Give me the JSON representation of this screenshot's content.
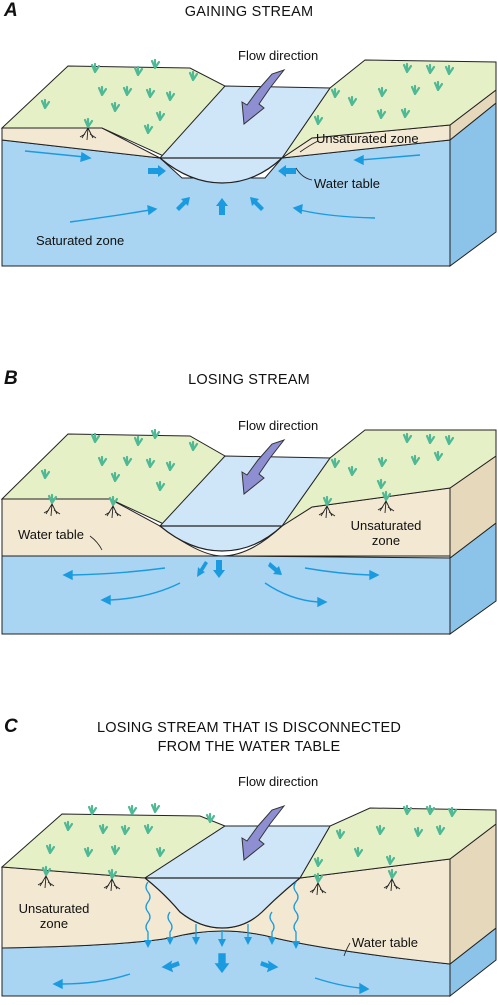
{
  "colors": {
    "water": "#a9d4f2",
    "stream": "#cfe6f8",
    "soil": "#f3e8d2",
    "grass": "#e5f0c7",
    "grass_blade": "#4fb894",
    "arrow": "#1a9be0",
    "flow_arrow": "#8e8fd3"
  },
  "panels": [
    {
      "letter": "A",
      "title_lines": [
        "GAINING STREAM"
      ],
      "flow_label": "Flow direction",
      "labels": {
        "unsaturated": "Unsaturated zone",
        "water_table": "Water table",
        "saturated": "Saturated zone"
      }
    },
    {
      "letter": "B",
      "title_lines": [
        "LOSING STREAM"
      ],
      "flow_label": "Flow direction",
      "labels": {
        "water_table": "Water table",
        "unsaturated_line1": "Unsaturated",
        "unsaturated_line2": "zone"
      }
    },
    {
      "letter": "C",
      "title_lines": [
        "LOSING STREAM THAT IS DISCONNECTED",
        "FROM THE WATER TABLE"
      ],
      "flow_label": "Flow direction",
      "labels": {
        "unsaturated_line1": "Unsaturated",
        "unsaturated_line2": "zone",
        "water_table": "Water table"
      }
    }
  ]
}
